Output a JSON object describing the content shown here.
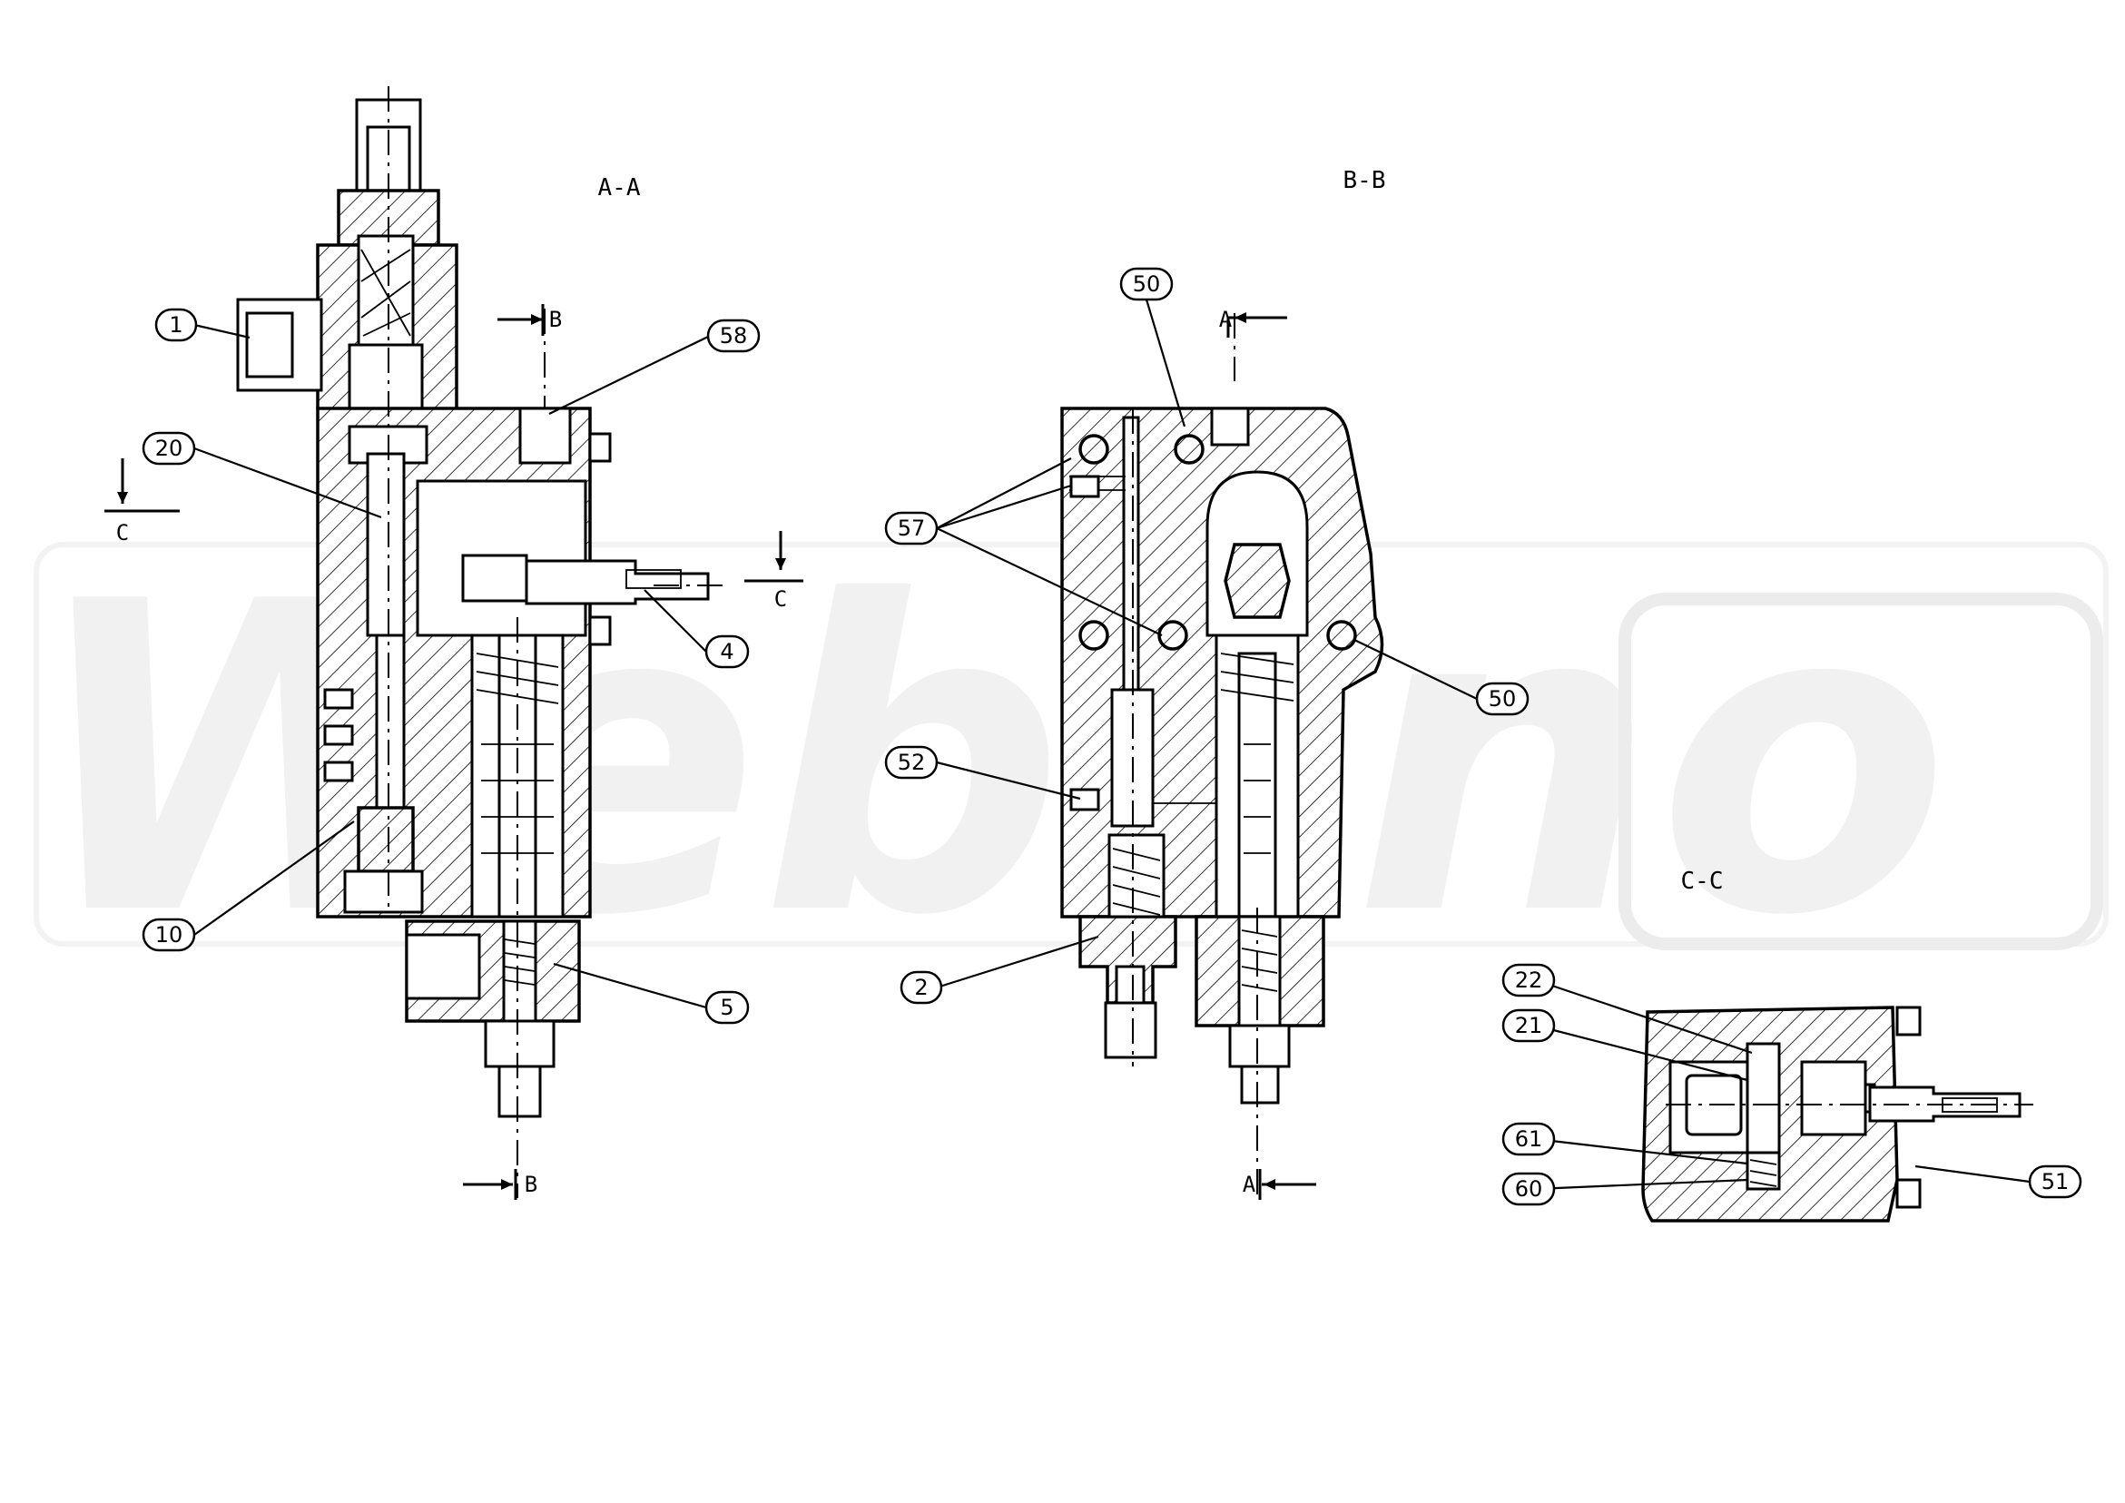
{
  "views": {
    "aa": "A-A",
    "bb": "B-B",
    "cc": "C-C"
  },
  "section_letters": {
    "b_top": "B",
    "b_bottom": "B",
    "c_left": "C",
    "c_right": "C",
    "a_top": "A",
    "a_bottom": "A"
  },
  "balloons": {
    "p1": "1",
    "p58": "58",
    "p20": "20",
    "p4": "4",
    "p10": "10",
    "p5": "5",
    "p50a": "50",
    "p57": "57",
    "p50b": "50",
    "p52": "52",
    "p2": "2",
    "p22": "22",
    "p21": "21",
    "p61": "61",
    "p60": "60",
    "p51": "51"
  },
  "colors": {
    "line": "#000000",
    "background": "#ffffff",
    "watermark": "#f1f1f1"
  }
}
